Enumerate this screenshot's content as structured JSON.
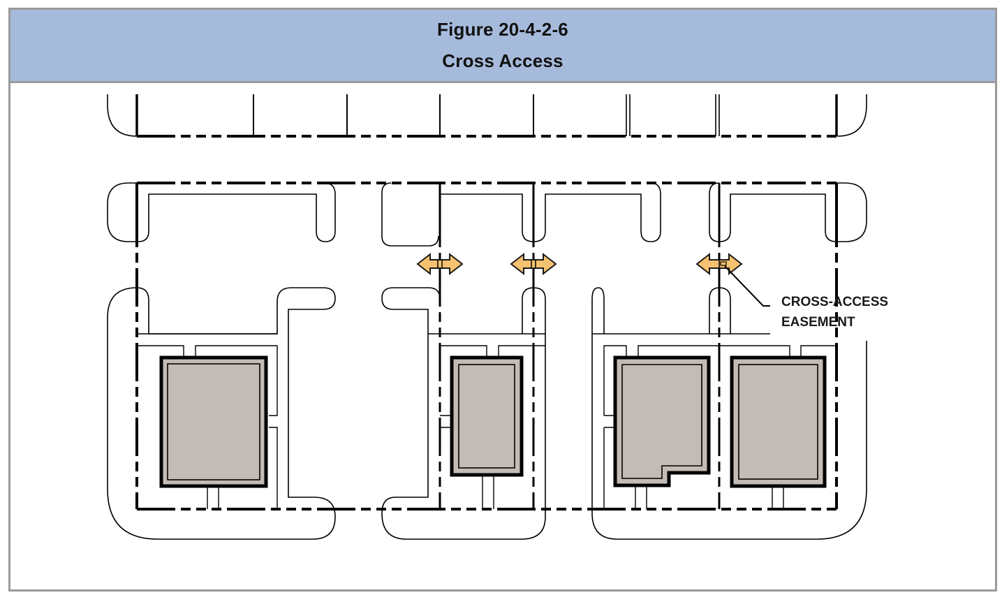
{
  "figure": {
    "number": "Figure 20-4-2-6",
    "title": "Cross Access"
  },
  "diagram": {
    "callout": {
      "line1": "CROSS-ACCESS",
      "line2": "EASEMENT"
    },
    "colors": {
      "header_bg": "#a6bbdc",
      "frame_border": "#9a9a9a",
      "building_fill": "#c3bbb5",
      "arrow_fill": "#f5c270",
      "line": "#000000"
    },
    "elements": {
      "buildings": 4,
      "cross_access_arrows": 3,
      "parcels": 4
    }
  }
}
